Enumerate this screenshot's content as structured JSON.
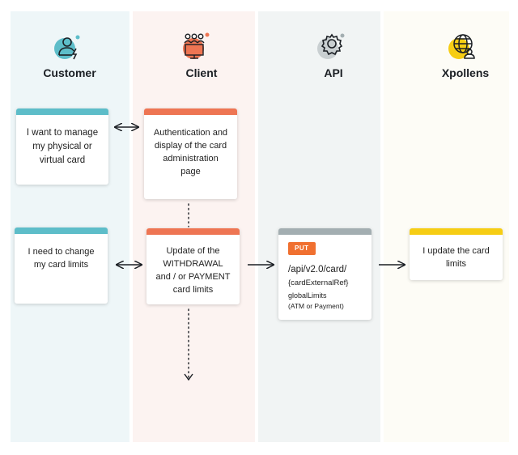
{
  "lanes": {
    "customer": {
      "title": "Customer",
      "icon": "customer-icon"
    },
    "client": {
      "title": "Client",
      "icon": "client-team-icon"
    },
    "api": {
      "title": "API",
      "icon": "gear-icon"
    },
    "xpollens": {
      "title": "Xpollens",
      "icon": "globe-user-icon"
    }
  },
  "cards": {
    "customer_manage": "I want to manage my physical or virtual card",
    "client_auth": "Authentication and display of the card administration page",
    "customer_limits": "I need to change my card limits",
    "client_update": "Update of the WITHDRAWAL and / or PAYMENT card limits",
    "api": {
      "method": "PUT",
      "line1": "/api/v2.0/card/",
      "line2": "{cardExternalRef}",
      "line3": "globalLimits",
      "line4": "(ATM or Payment)"
    },
    "xpollens_update": "I update the card limits"
  },
  "colors": {
    "customer": "#5dbdc9",
    "client": "#ee7553",
    "api": "#a3aeb1",
    "xpollens": "#f6cd14",
    "put_badge": "#f07030"
  }
}
